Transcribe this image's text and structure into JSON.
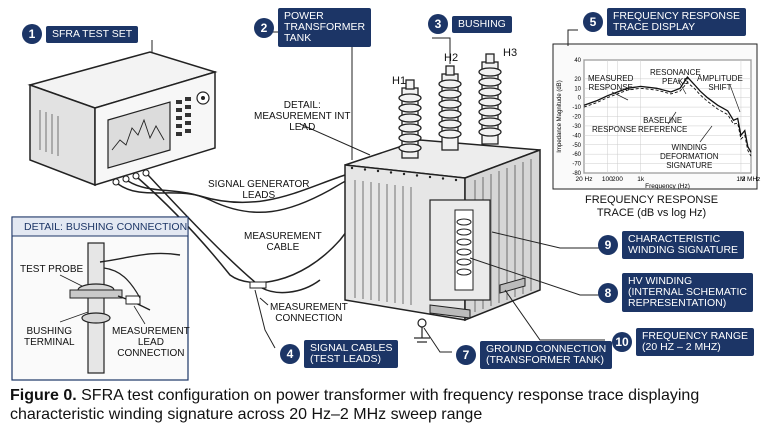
{
  "callouts": {
    "c1": {
      "num": "1",
      "label": "SFRA TEST SET"
    },
    "c2": {
      "num": "2",
      "line1": "POWER",
      "line2": "TRANSFORMER",
      "line3": "TANK"
    },
    "c3": {
      "num": "3",
      "label": "BUSHING"
    },
    "c4": {
      "num": "4",
      "line1": "SIGNAL CABLES",
      "line2": "(TEST LEADS)"
    },
    "c5": {
      "num": "5",
      "line1": "FREQUENCY RESPONSE",
      "line2": "TRACE DISPLAY"
    },
    "c6": {
      "num": "7",
      "line1": "GROUND CONNECTION",
      "line2": "(TRANSFORMER TANK)"
    },
    "c7": {
      "num": "8",
      "line1": "HV WINDING",
      "line2": "(INTERNAL SCHEMATIC",
      "line3": "REPRESENTATION)"
    },
    "c8": {
      "num": "9",
      "line1": "CHARACTERISTIC",
      "line2": "WINDING SIGNATURE"
    },
    "c9": {
      "num": "10",
      "line1": "FREQUENCY RANGE",
      "line2": "(20 Hz – 2 MHz)"
    }
  },
  "bushing_labels": [
    "H1",
    "H2",
    "H3"
  ],
  "labels": {
    "detail_top": {
      "line1": "DETAIL:",
      "line2": "MEASUREMENT INT",
      "line3": "LEAD"
    },
    "signal_gen": {
      "line1": "SIGNAL GENERATOR",
      "line2": "LEADS"
    },
    "meas_cable": {
      "line1": "MEASUREMENT",
      "line2": "CABLE"
    },
    "meas_conn": {
      "line1": "MEASUREMENT",
      "line2": "CONNECTION"
    }
  },
  "inset": {
    "title": "DETAIL: BUSHING CONNECTION",
    "test_probe": "TEST PROBE",
    "bushing_terminal": {
      "line1": "BUSHING",
      "line2": "TERMINAL"
    },
    "meas_lead": {
      "line1": "MEASUREMENT",
      "line2": "LEAD",
      "line3": "CONNECTION"
    }
  },
  "chart_caption": {
    "line1": "FREQUENCY RESPONSE",
    "line2": "TRACE (dB vs log Hz)"
  },
  "chart_data": {
    "type": "line",
    "x_scale": "log",
    "xlim": [
      20,
      2000000
    ],
    "ylim": [
      -80,
      40
    ],
    "x_ticks": [
      "20 Hz",
      "100",
      "200",
      "1k",
      "1M",
      "2 MHz"
    ],
    "y_ticks": [
      "40",
      "20",
      "10",
      "0",
      "-10",
      "-20",
      "-30",
      "-40",
      "-50",
      "-60",
      "-70",
      "-80"
    ],
    "xlabel": "Frequency (Hz)",
    "ylabel": "Impedance Magnitude (dB)",
    "grid": true,
    "annotations": {
      "measured_response": {
        "line1": "MEASURED",
        "line2": "RESPONSE"
      },
      "resonance_peaks": {
        "line1": "RESONANCE",
        "line2": "PEAKS"
      },
      "amplitude_shift": {
        "line1": "AMPLITUDE",
        "line2": "SHIFT"
      },
      "response": "RESPONSE",
      "baseline_reference": {
        "line1": "BASELINE",
        "line2": "REFERENCE"
      },
      "winding_deformation": {
        "line1": "WINDING",
        "line2": "DEFORMATION",
        "line3": "SIGNATURE"
      }
    },
    "series": [
      {
        "style": "solid",
        "x": [
          20,
          50,
          100,
          200,
          400,
          1000,
          3000,
          8000,
          15000,
          25000,
          40000,
          60000,
          100000,
          200000,
          400000,
          600000,
          800000,
          1000000,
          1300000,
          1600000,
          2000000
        ],
        "y": [
          -8,
          -3,
          2,
          6,
          10,
          12,
          10,
          6,
          10,
          22,
          14,
          7,
          0,
          -8,
          -14,
          -24,
          -22,
          -40,
          -35,
          -52,
          -58
        ]
      },
      {
        "style": "dashed",
        "x": [
          20,
          50,
          100,
          200,
          400,
          1000,
          3000,
          8000,
          15000,
          25000,
          40000,
          60000,
          100000,
          200000,
          400000,
          600000,
          800000,
          1000000,
          1300000,
          1600000,
          2000000
        ],
        "y": [
          -10,
          -5,
          0,
          4,
          8,
          10,
          8,
          4,
          7,
          16,
          10,
          3,
          -4,
          -12,
          -18,
          -28,
          -27,
          -44,
          -40,
          -56,
          -62
        ]
      }
    ]
  },
  "caption": {
    "bold": "Figure 0.",
    "text": " SFRA test configuration on power transformer with frequency response trace displaying characteristic winding signature across 20 Hz–2 MHz sweep range"
  }
}
